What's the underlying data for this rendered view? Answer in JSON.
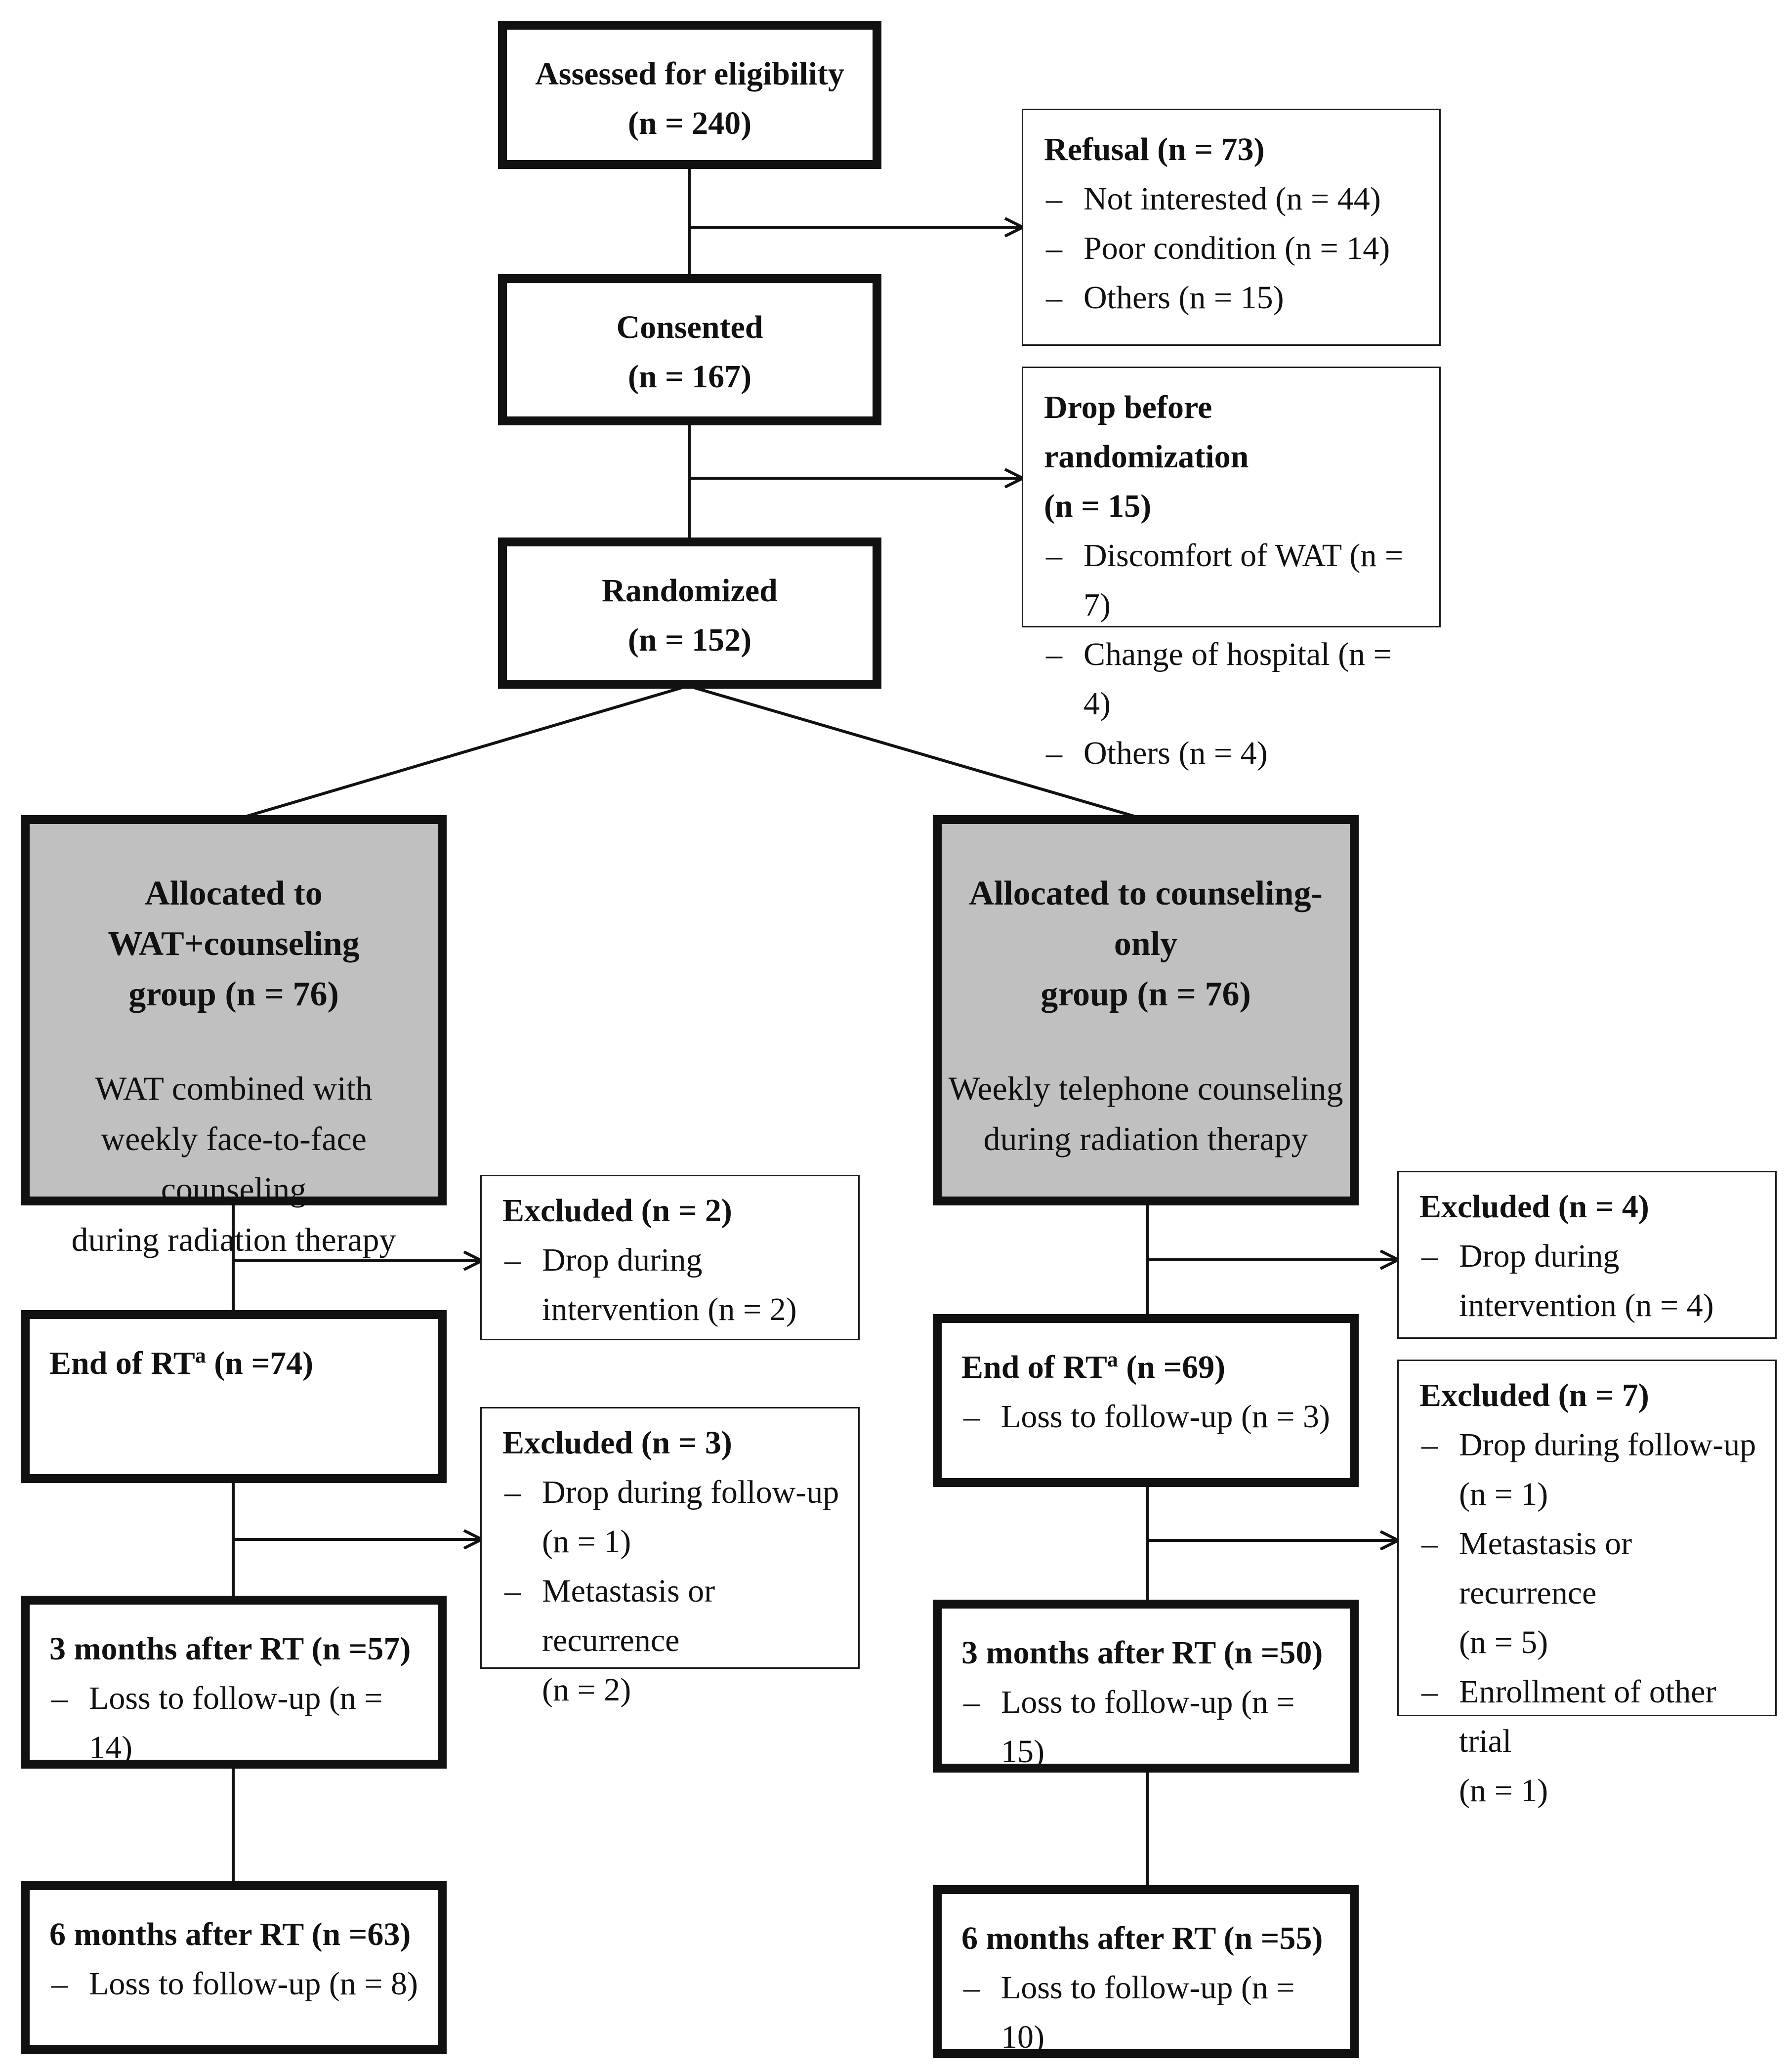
{
  "assessed": {
    "title": "Assessed for eligibility",
    "count": "(n = 240)"
  },
  "refusal": {
    "title": "Refusal (n = 73)",
    "items": [
      "Not interested (n = 44)",
      "Poor condition (n = 14)",
      "Others (n = 15)"
    ]
  },
  "consented": {
    "title": "Consented",
    "count": "(n = 167)"
  },
  "drop_before": {
    "title_line1": "Drop before randomization",
    "title_line2": "(n = 15)",
    "items": [
      "Discomfort of WAT (n = 7)",
      "Change of hospital (n = 4)",
      "Others (n = 4)"
    ]
  },
  "randomized": {
    "title": "Randomized",
    "count": "(n = 152)"
  },
  "left_arm": {
    "alloc_title_line1": "Allocated to WAT+counseling",
    "alloc_title_line2": "group (n = 76)",
    "alloc_desc_line1": "WAT combined with",
    "alloc_desc_line2": "weekly face-to-face counseling",
    "alloc_desc_line3": "during radiation therapy",
    "excluded1": {
      "title": "Excluded (n = 2)",
      "item_line1": "Drop during",
      "item_line2": "intervention (n = 2)"
    },
    "end_rt": {
      "label": "End of RT",
      "sup": "a",
      "count": " (n =74)"
    },
    "excluded2": {
      "title": "Excluded (n = 3)",
      "item1_line1": "Drop during follow-up",
      "item1_line2": "(n = 1)",
      "item2_line1": "Metastasis or recurrence",
      "item2_line2": "(n = 2)"
    },
    "m3": {
      "title": "3 months after RT (n =57)",
      "item": "Loss to follow-up (n = 14)"
    },
    "m6": {
      "title": "6 months after RT (n =63)",
      "item": "Loss to follow-up (n = 8)"
    }
  },
  "right_arm": {
    "alloc_title_line1": "Allocated to counseling-only",
    "alloc_title_line2": "group (n = 76)",
    "alloc_desc_line1": "Weekly telephone counseling",
    "alloc_desc_line2": "during radiation therapy",
    "excluded1": {
      "title": "Excluded (n = 4)",
      "item_line1": "Drop during",
      "item_line2": "intervention (n = 4)"
    },
    "end_rt": {
      "label": "End of RT",
      "sup": "a",
      "count": " (n =69)",
      "item": "Loss to follow-up (n = 3)"
    },
    "excluded2": {
      "title": "Excluded (n = 7)",
      "item1_line1": "Drop during follow-up",
      "item1_line2": "(n = 1)",
      "item2_line1": "Metastasis or recurrence",
      "item2_line2": "(n = 5)",
      "item3_line1": "Enrollment of other trial",
      "item3_line2": "(n = 1)"
    },
    "m3": {
      "title": "3 months after RT (n =50)",
      "item": "Loss to follow-up (n = 15)"
    },
    "m6": {
      "title": "6 months after RT (n =55)",
      "item": "Loss to follow-up (n = 10)"
    }
  },
  "colors": {
    "line": "#111111",
    "allocated_fill": "#c0c0c0",
    "box_fill": "#ffffff"
  }
}
